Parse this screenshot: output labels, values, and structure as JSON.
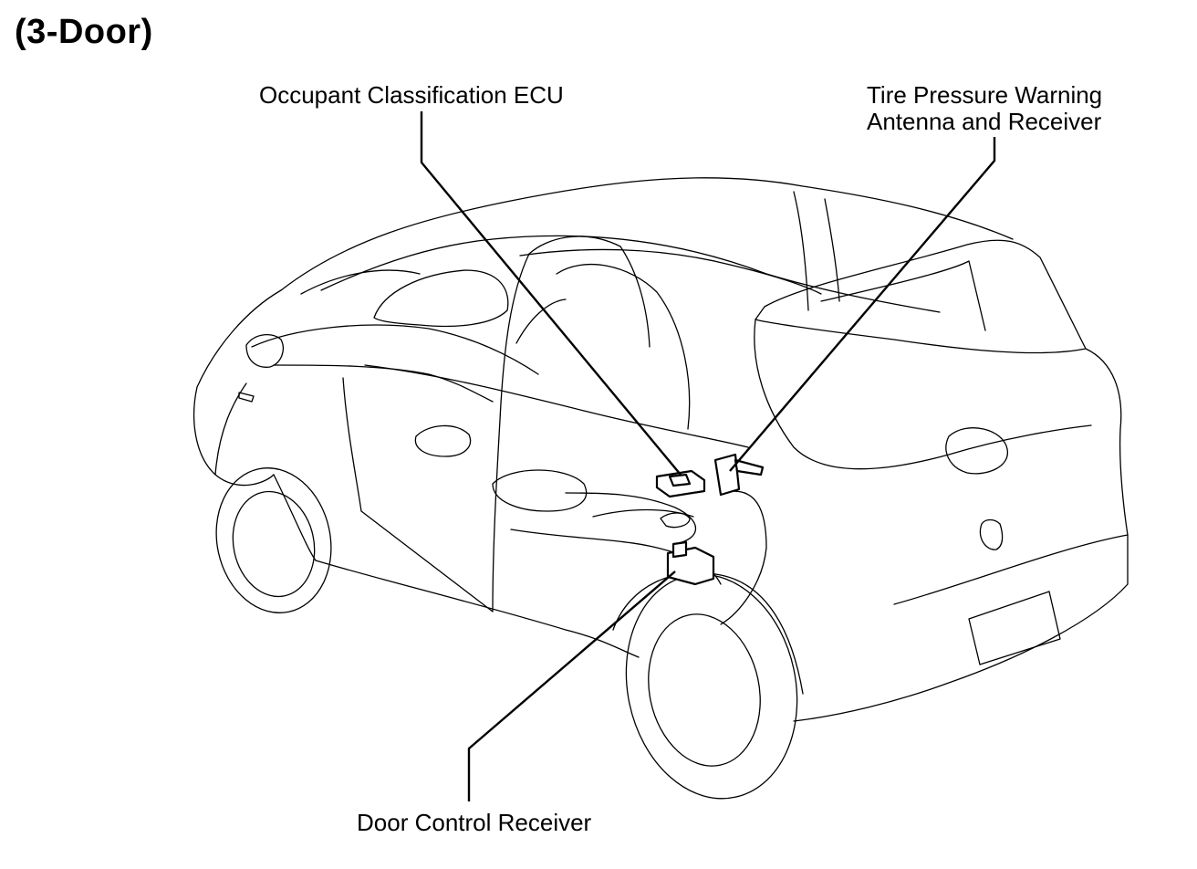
{
  "title": "(3-Door)",
  "callouts": {
    "occupant_ecu": "Occupant Classification ECU",
    "tire_pressure_line1": "Tire Pressure Warning",
    "tire_pressure_line2": "Antenna and Receiver",
    "door_control": "Door Control Receiver"
  },
  "colors": {
    "line": "#000000",
    "background": "#ffffff"
  }
}
